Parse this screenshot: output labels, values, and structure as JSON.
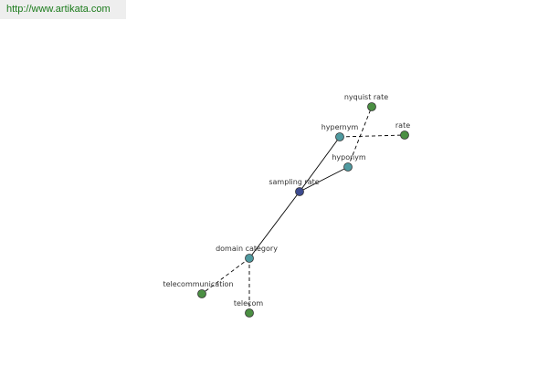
{
  "header": {
    "url": "http://www.artikata.com"
  },
  "graph": {
    "colors": {
      "center": "#3d4b8f",
      "relation": "#4f9aa0",
      "leaf": "#4b8f43",
      "outline": "#333333",
      "edge": "#000000"
    },
    "nodes": [
      {
        "id": "sampling-rate",
        "label": "sampling rate",
        "kind": "center"
      },
      {
        "id": "hypernym",
        "label": "hypernym",
        "kind": "relation"
      },
      {
        "id": "hyponym",
        "label": "hyponym",
        "kind": "relation"
      },
      {
        "id": "domain-category",
        "label": "domain category",
        "kind": "relation"
      },
      {
        "id": "nyquist-rate",
        "label": "nyquist rate",
        "kind": "leaf"
      },
      {
        "id": "rate",
        "label": "rate",
        "kind": "leaf"
      },
      {
        "id": "telecommunication",
        "label": "telecommunication",
        "kind": "leaf"
      },
      {
        "id": "telecom",
        "label": "telecom",
        "kind": "leaf"
      }
    ],
    "edges": [
      {
        "from": "sampling-rate",
        "to": "hypernym",
        "style": "solid"
      },
      {
        "from": "sampling-rate",
        "to": "hyponym",
        "style": "solid"
      },
      {
        "from": "sampling-rate",
        "to": "domain-category",
        "style": "solid"
      },
      {
        "from": "hypernym",
        "to": "rate",
        "style": "dashed"
      },
      {
        "from": "hyponym",
        "to": "nyquist-rate",
        "style": "dashed"
      },
      {
        "from": "domain-category",
        "to": "telecommunication",
        "style": "dashed"
      },
      {
        "from": "domain-category",
        "to": "telecom",
        "style": "dashed"
      }
    ]
  }
}
